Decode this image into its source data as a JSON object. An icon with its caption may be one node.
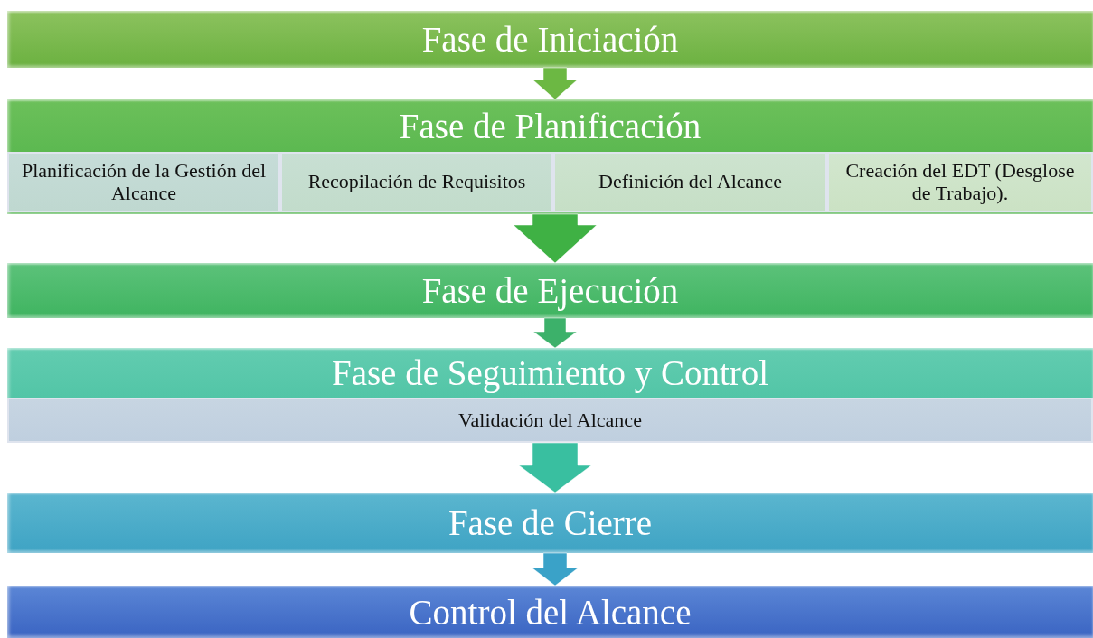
{
  "diagram": {
    "nodes": [
      {
        "text": [
          "Fase de Iniciación"
        ]
      },
      {
        "text": [
          "Fase de Planificación"
        ]
      },
      {
        "text": [
          "Planificación de la Gestión del Alcance"
        ],
        "in": 1
      },
      {
        "text": [
          "Recopilación de Requisitos"
        ],
        "in": 1
      },
      {
        "text": [
          "Definición del Alcance"
        ],
        "in": 1
      },
      {
        "text": [
          "Creación del EDT (Desglose de Trabajo)."
        ],
        "in": 1
      },
      {
        "text": [
          "Fase de Ejecución"
        ]
      },
      {
        "text": [
          "Fase de Seguimiento y Control"
        ]
      },
      {
        "text": [
          "Validación del Alcance"
        ],
        "in": 7
      },
      {
        "text": [
          "Fase de Cierre"
        ]
      },
      {
        "text": [
          "Control del Alcance"
        ]
      }
    ],
    "edges": [
      {
        "from": 0,
        "to": 1,
        "arrow": "to"
      },
      {
        "from": 1,
        "to": 6,
        "arrow": "to"
      },
      {
        "from": 6,
        "to": 7,
        "arrow": "to"
      },
      {
        "from": 7,
        "to": 9,
        "arrow": "to"
      },
      {
        "from": 9,
        "to": 10,
        "arrow": "to"
      }
    ]
  }
}
